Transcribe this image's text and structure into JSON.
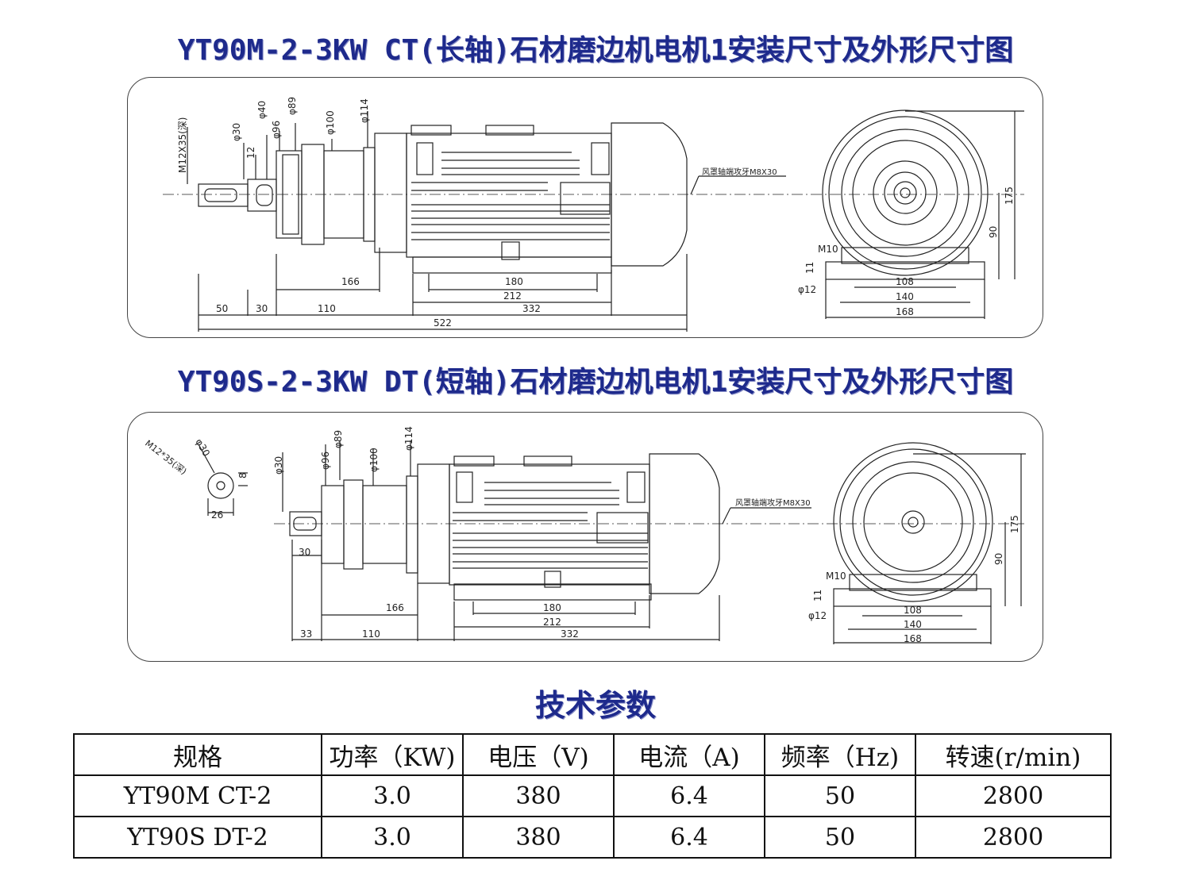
{
  "titles": {
    "top": "YT90M-2-3KW CT(长轴)石材磨边机电机1安装尺寸及外形尺寸图",
    "bottom": "YT90S-2-3KW DT(短轴)石材磨边机电机1安装尺寸及外形尺寸图"
  },
  "drawing_top": {
    "shaft_thread": "M12X35(深)",
    "dims_vertical": [
      "φ30",
      "12",
      "φ40",
      "φ96",
      "φ89",
      "φ100",
      "φ114"
    ],
    "fan_note": "风罩轴端攻牙M8X30",
    "dims_bottom": [
      "166",
      "180",
      "212",
      "50",
      "30",
      "110",
      "332",
      "522"
    ],
    "end_view": [
      "M10",
      "11",
      "φ12",
      "108",
      "140",
      "168",
      "175",
      "90"
    ]
  },
  "drawing_bottom": {
    "shaft_thread": "M12*35(深)",
    "shaft_end": [
      "φ30",
      "8",
      "26"
    ],
    "dims_vertical": [
      "φ30",
      "φ96",
      "φ89",
      "φ100",
      "φ114"
    ],
    "fan_note": "风罩轴端攻牙M8X30",
    "dims_bottom": [
      "30",
      "166",
      "180",
      "212",
      "33",
      "110",
      "332"
    ],
    "end_view": [
      "M10",
      "11",
      "φ12",
      "108",
      "140",
      "168",
      "175",
      "90"
    ]
  },
  "params": {
    "heading": "技术参数",
    "headers": [
      "规格",
      "功率（KW)",
      "电压（V)",
      "电流（A)",
      "频率（Hz)",
      "转速(r/min)"
    ],
    "rows": [
      [
        "YT90M CT-2",
        "3.0",
        "380",
        "6.4",
        "50",
        "2800"
      ],
      [
        "YT90S DT-2",
        "3.0",
        "380",
        "6.4",
        "50",
        "2800"
      ]
    ]
  }
}
